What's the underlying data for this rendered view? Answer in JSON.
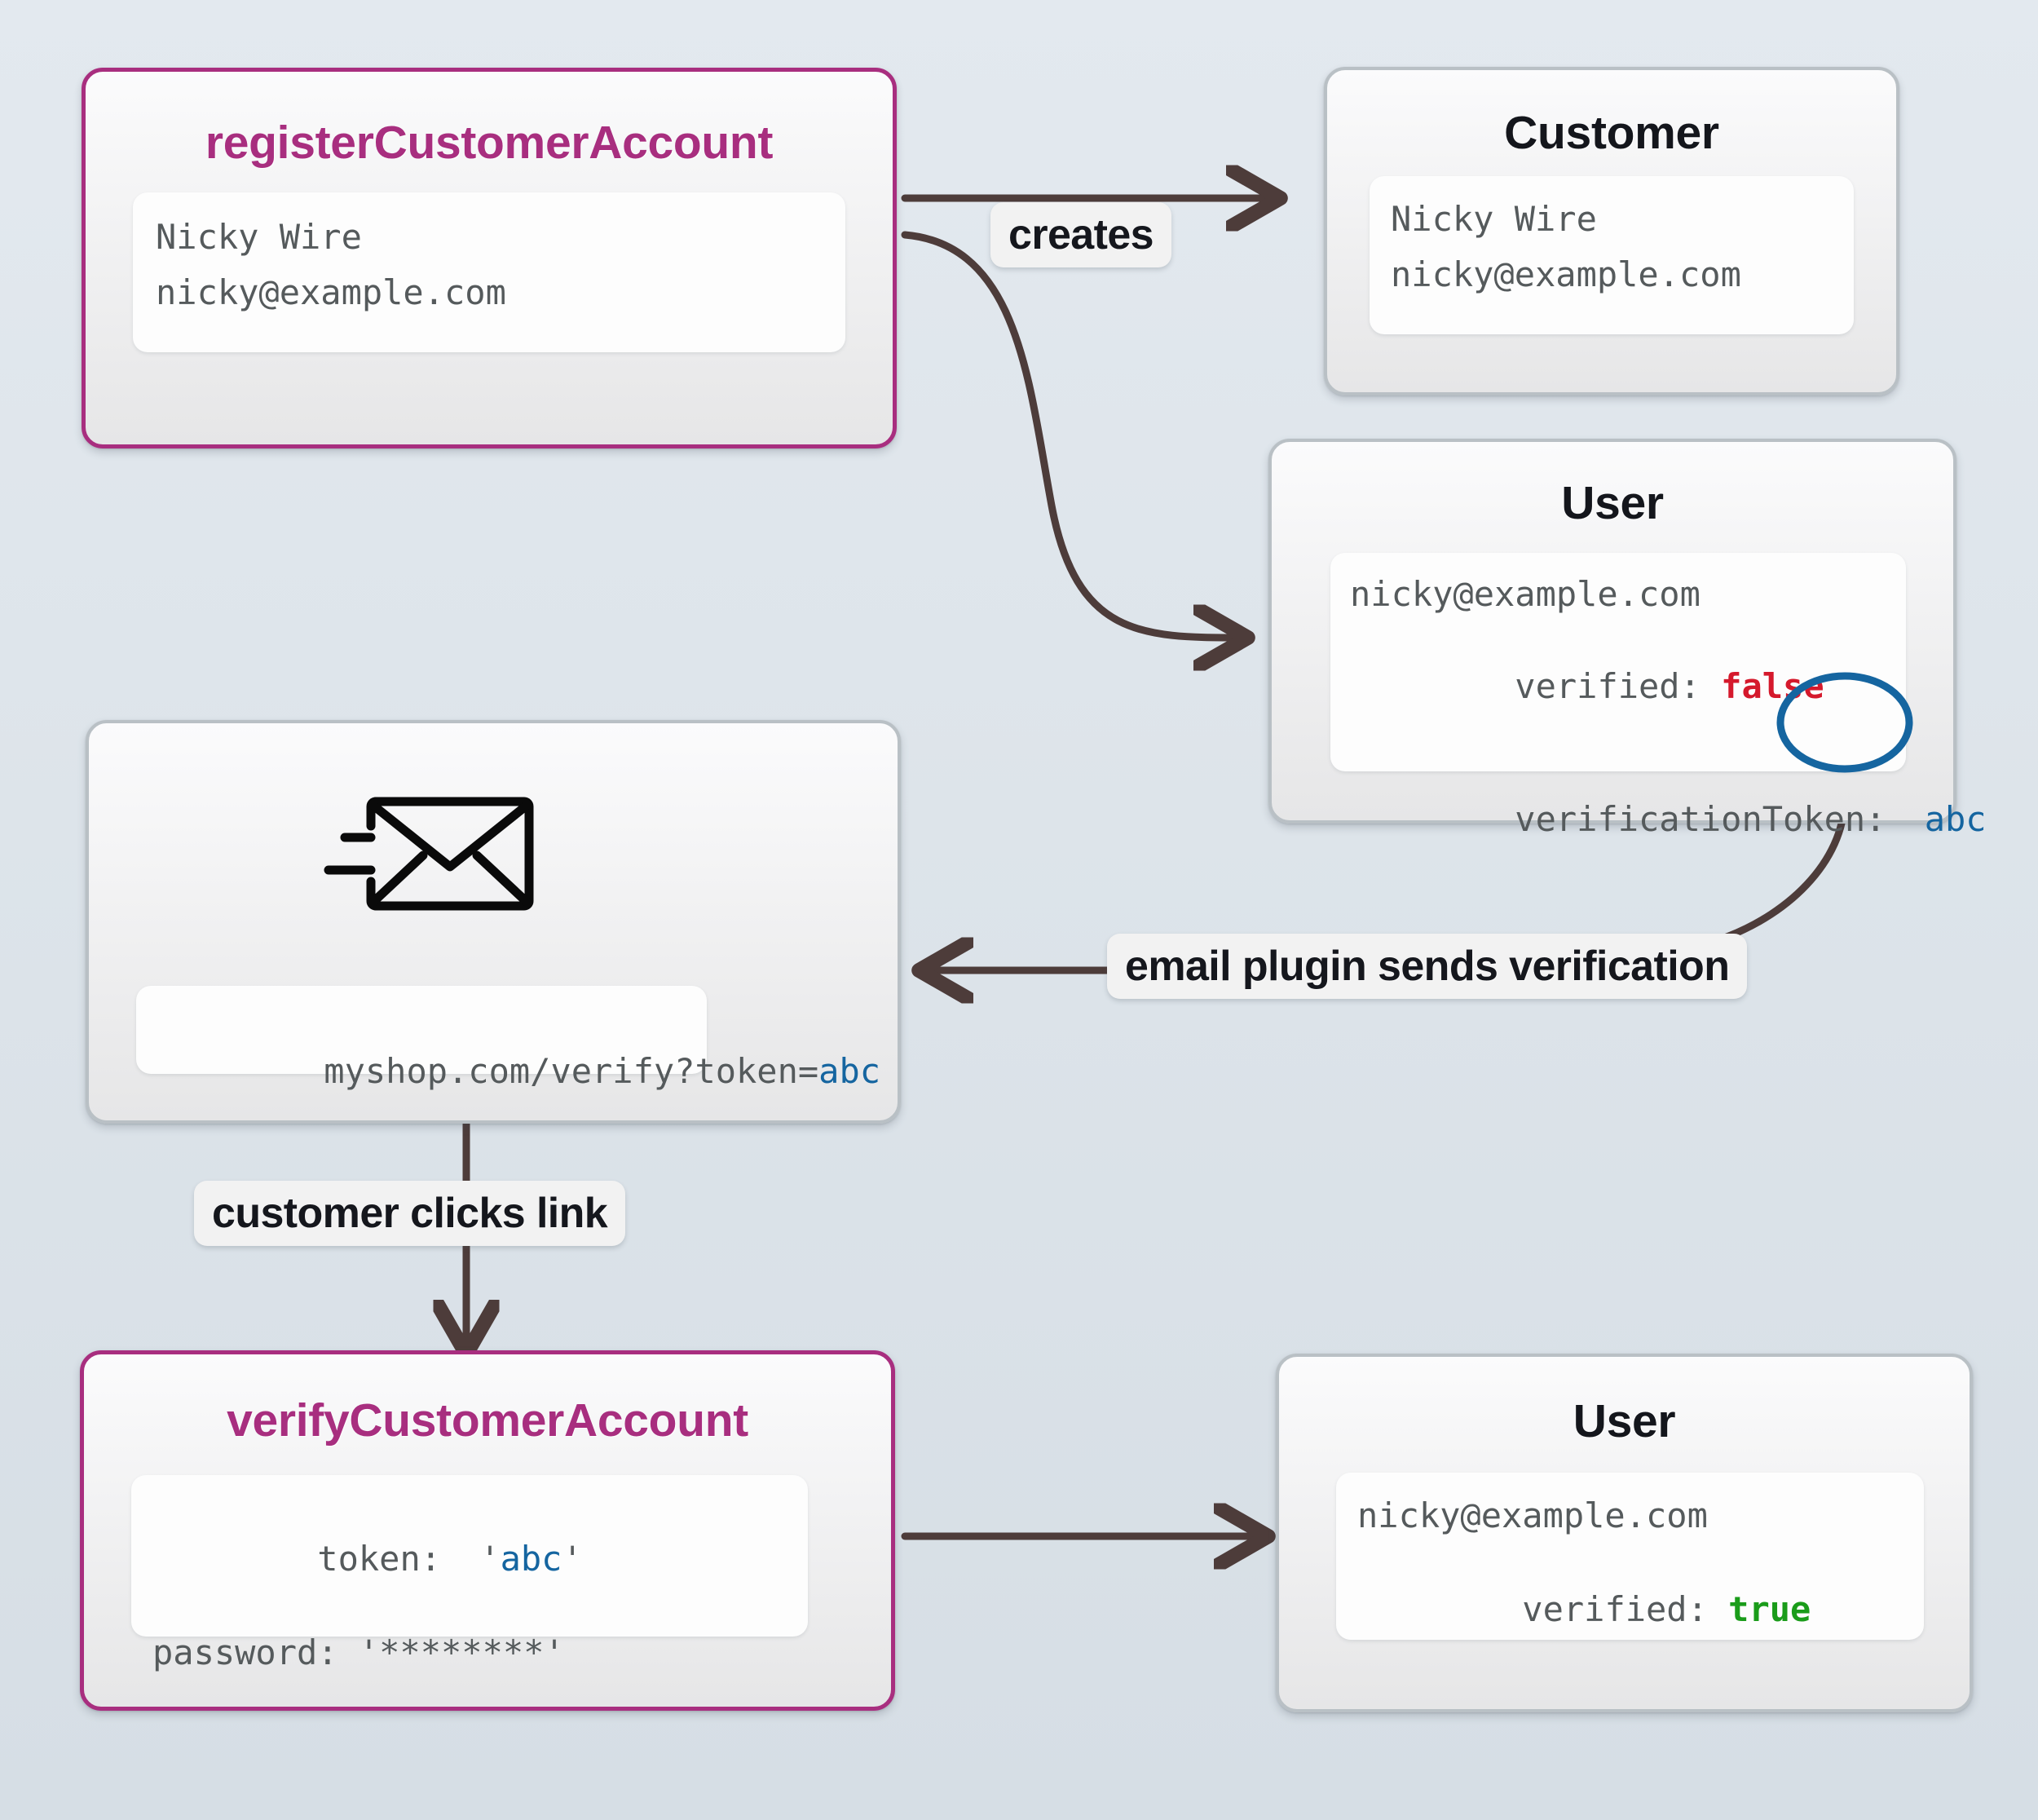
{
  "diagram": {
    "title": "customer account registration and email verification flow",
    "accent_color": "#a82e7f",
    "edge_color": "#4d3c3a",
    "highlight_color": "#1565a0",
    "false_color": "#d5192c",
    "true_color": "#1a9c1a",
    "background_color": "#dde4ea"
  },
  "nodes": {
    "register": {
      "title": "registerCustomerAccount",
      "lines": [
        "Nicky Wire",
        "nicky@example.com"
      ]
    },
    "customer": {
      "title": "Customer",
      "lines": [
        "Nicky Wire",
        "nicky@example.com"
      ]
    },
    "user_unverified": {
      "title": "User",
      "line1": "nicky@example.com",
      "line2_key": "verified: ",
      "line2_value": "false",
      "line3_key": "verificationToken: ",
      "line3_value": "abc"
    },
    "email": {
      "icon": "send-email-icon",
      "url_prefix": "myshop.com/verify?token=",
      "url_token": "abc"
    },
    "verify": {
      "title": "verifyCustomerAccount",
      "line1_key": "token: ",
      "line1_quote_open": "'",
      "line1_value": "abc",
      "line1_quote_close": "'",
      "line2": "password: '********'"
    },
    "user_verified": {
      "title": "User",
      "line1": "nicky@example.com",
      "line2_key": "verified: ",
      "line2_value": "true"
    }
  },
  "edges": {
    "creates": "creates",
    "email_plugin": "email plugin sends verification",
    "clicks_link": "customer clicks link"
  }
}
